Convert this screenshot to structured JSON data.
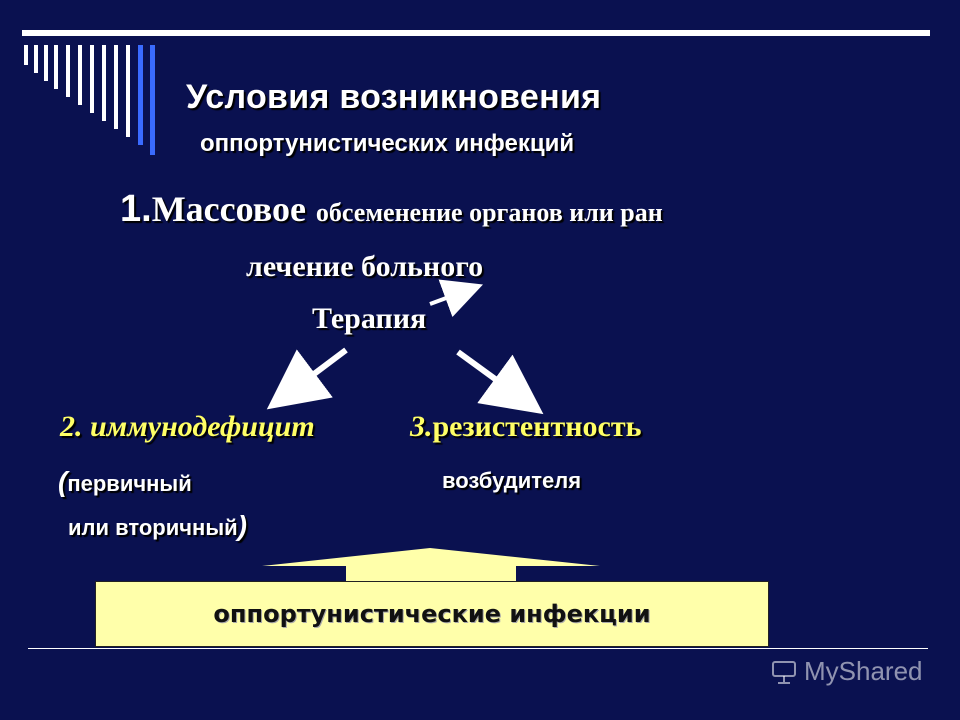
{
  "title": "Условия возникновения",
  "subtitle": "оппортунистических инфекций",
  "item1": {
    "number": "1.",
    "lead": "Массовое",
    "rest": "обсеменение органов или ран"
  },
  "treatment": "лечение больного",
  "therapy": "Терапия",
  "item2": {
    "label": "2. иммунодефицит"
  },
  "item3": {
    "number": "3.",
    "label": "резистентность"
  },
  "paren_open": "(",
  "paren_close": ")",
  "primary": "первичный",
  "pathogen": "возбудителя",
  "secondary": "или вторичный",
  "result_box": "оппортунистические инфекции",
  "watermark": "MyShared",
  "colors": {
    "background": "#0a1150",
    "accent_yellow": "#ffff66",
    "box_fill": "#ffffaa",
    "stripe_blue": "#3a6bff"
  }
}
